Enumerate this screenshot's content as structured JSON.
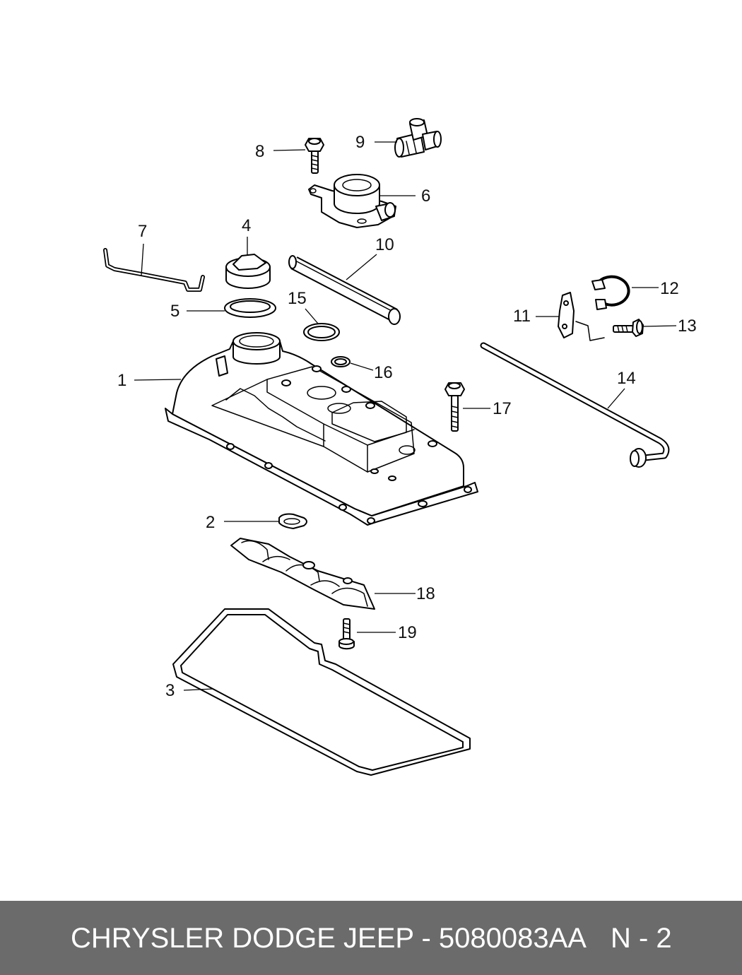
{
  "callouts": {
    "p1": "1",
    "p2": "2",
    "p3": "3",
    "p4": "4",
    "p5": "5",
    "p6": "6",
    "p7": "7",
    "p8": "8",
    "p9": "9",
    "p10": "10",
    "p11": "11",
    "p12": "12",
    "p13": "13",
    "p14": "14",
    "p15": "15",
    "p16": "16",
    "p17": "17",
    "p18": "18",
    "p19": "19"
  },
  "footer": {
    "title": "CHRYSLER DODGE JEEP - 5080083AA",
    "page": "N - 2"
  },
  "colors": {
    "footer_bg": "#6b6b6b",
    "footer_text": "#ffffff",
    "line": "#000000"
  }
}
